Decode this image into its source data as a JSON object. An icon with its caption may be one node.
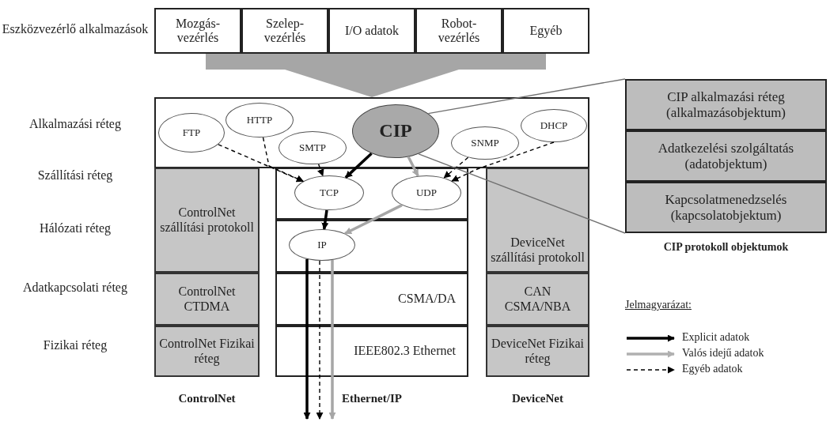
{
  "diagram": {
    "nodes": [
      {
        "text": [],
        "shape": "box"
      },
      {
        "text": [
          "Mozgás- vezérlés"
        ],
        "in": 0
      },
      {
        "text": [
          "Szelep- vezérlés"
        ],
        "in": 0
      },
      {
        "text": [
          "I/O adatok"
        ],
        "in": 0
      },
      {
        "text": [
          "Robot- vezérlés"
        ],
        "in": 0
      },
      {
        "text": [
          "Egyéb"
        ],
        "in": 0
      },
      {
        "text": [],
        "shape": "box"
      },
      {
        "text": [
          "FTP"
        ],
        "in": 6
      },
      {
        "text": [
          "HTTP"
        ],
        "in": 6
      },
      {
        "text": [
          "SMTP"
        ],
        "in": 6
      },
      {
        "text": [
          "CIP"
        ],
        "in": 6
      },
      {
        "text": [
          "SNMP"
        ],
        "in": 6
      },
      {
        "text": [
          "DHCP"
        ],
        "in": 6
      },
      {
        "text": [],
        "shape": "box",
        "beside": [
          "CIP protokoll objektumok"
        ]
      },
      {
        "text": [
          "CIP alkalmazási réteg (alkalmazásobjektum)"
        ],
        "in": 13
      },
      {
        "text": [
          "Adatkezelési szolgáltatás (adatobjektum)"
        ],
        "in": 13
      },
      {
        "text": [
          "Kapcsolatmenedzselés (kapcsolatobjektum)"
        ],
        "in": 13
      },
      {
        "text": [
          "ControlNet szállítási protokoll"
        ]
      },
      {
        "text": [],
        "shape": "box"
      },
      {
        "text": [
          "TCP"
        ],
        "in": 18
      },
      {
        "text": [
          "UDP"
        ],
        "in": 18
      },
      {
        "text": [
          "DeviceNet szállítási protokoll"
        ]
      },
      {
        "text": [],
        "shape": "box"
      },
      {
        "text": [
          "IP"
        ],
        "in": 22
      },
      {
        "text": [
          "ControlNet CTDMA"
        ]
      },
      {
        "text": [
          "CSMA/DA"
        ]
      },
      {
        "text": [
          "CAN CSMA/NBA"
        ]
      },
      {
        "text": [
          "ControlNet Fizikai réteg"
        ]
      },
      {
        "text": [
          "IEEE802.3 Ethernet"
        ]
      },
      {
        "text": [
          "DeviceNet Fizikai réteg"
        ]
      }
    ],
    "edges": [
      {
        "from": 0,
        "to": 6,
        "arrow": "to",
        "style": "thick",
        "color": "#a6a6a6"
      },
      {
        "from": 7,
        "to": 19,
        "arrow": "to",
        "style": "dashed"
      },
      {
        "from": 8,
        "to": 19,
        "arrow": "to",
        "style": "dashed"
      },
      {
        "from": 9,
        "to": 19,
        "arrow": "to",
        "style": "dashed"
      },
      {
        "from": 10,
        "to": 19,
        "arrow": "to",
        "style": "thick"
      },
      {
        "from": 10,
        "to": 20,
        "arrow": "to",
        "style": "thick",
        "color": "#a6a6a6"
      },
      {
        "from": 11,
        "to": 20,
        "arrow": "to",
        "style": "dashed"
      },
      {
        "from": 12,
        "to": 20,
        "arrow": "to",
        "style": "dashed"
      },
      {
        "from": 19,
        "to": 23,
        "arrow": "to",
        "style": "thick"
      },
      {
        "from": 20,
        "to": 23,
        "arrow": "to",
        "style": "thick",
        "color": "#a6a6a6"
      },
      {
        "from": 23,
        "to": null,
        "arrow": "to",
        "style": "thick"
      },
      {
        "from": 23,
        "to": null,
        "arrow": "to",
        "style": "dashed"
      },
      {
        "from": 23,
        "to": null,
        "arrow": "to",
        "style": "thick",
        "color": "#a6a6a6"
      },
      {
        "from": 10,
        "to": 13,
        "arrow": "none",
        "color": "#707070"
      },
      {
        "from": 10,
        "to": 13,
        "arrow": "none",
        "color": "#707070"
      }
    ],
    "labels": [
      "Eszközvezérlő alkalmazások",
      "Alkalmazási réteg",
      "Szállítási réteg",
      "Hálózati réteg",
      "Adatkapcsolati réteg",
      "Jelmagyarázat:",
      "Fizikai réteg",
      "ControlNet",
      "Ethernet/IP",
      "DeviceNet"
    ],
    "legend": [
      {
        "text": "Explicit adatok"
      },
      {
        "text": "Valós idejű adatok"
      },
      {
        "text": "Egyéb adatok"
      }
    ]
  }
}
